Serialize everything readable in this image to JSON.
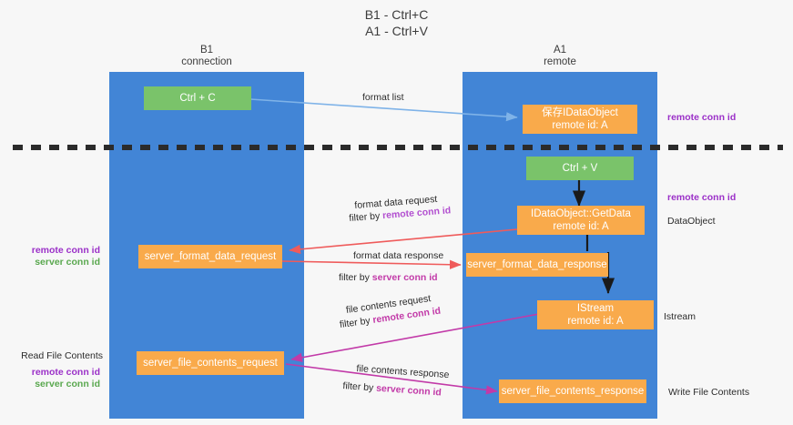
{
  "title": {
    "line1": "B1 - Ctrl+C",
    "line2": "A1 - Ctrl+V"
  },
  "lanes": [
    {
      "name": "b1",
      "title_line1": "B1",
      "title_line2": "connection",
      "color": "#4285d6"
    },
    {
      "name": "a1",
      "title_line1": "A1",
      "title_line2": "remote",
      "color": "#4285d6"
    }
  ],
  "nodes": {
    "ctrl_c": {
      "line1": "Ctrl + C",
      "line2": "",
      "color": "#7ac36a"
    },
    "save_idataobject": {
      "line1": "保存IDataObject",
      "line2": "remote id: A",
      "color": "#f9aa4b"
    },
    "ctrl_v": {
      "line1": "Ctrl + V",
      "line2": "",
      "color": "#7ac36a"
    },
    "getdata": {
      "line1": "IDataObject::GetData",
      "line2": "remote id: A",
      "color": "#f9aa4b"
    },
    "server_format_data_request": {
      "line1": "server_format_data_request",
      "line2": "",
      "color": "#f9aa4b"
    },
    "server_format_data_response": {
      "line1": "server_format_data_response",
      "line2": "",
      "color": "#f9aa4b"
    },
    "istream": {
      "line1": "IStream",
      "line2": "remote id: A",
      "color": "#f9aa4b"
    },
    "server_file_contents_request": {
      "line1": "server_file_contents_request",
      "line2": "",
      "color": "#f9aa4b"
    },
    "server_file_contents_response": {
      "line1": "server_file_contents_response",
      "line2": "",
      "color": "#f9aa4b"
    }
  },
  "edge_labels": {
    "format_list": "format list",
    "format_data_request": "format data request",
    "format_data_request_filter_prefix": "filter by ",
    "format_data_request_filter_key": "remote conn id",
    "format_data_response": "format data response",
    "format_data_response_filter_prefix": "filter by ",
    "format_data_response_filter_key": "server conn id",
    "file_contents_request": "file contents request",
    "file_contents_request_filter_prefix": "filter by ",
    "file_contents_request_filter_key": "remote conn id",
    "file_contents_response": "file contents response",
    "file_contents_response_filter_prefix": "filter by ",
    "file_contents_response_filter_key": "server conn id"
  },
  "side_labels": {
    "right_remote_conn_id_top": "remote conn id",
    "right_remote_conn_id_mid": "remote conn id",
    "right_dataobject": "DataObject",
    "right_istream": "Istream",
    "right_write_file_contents": "Write File Contents",
    "left_remote_conn_id_1": "remote conn id",
    "left_server_conn_id_1": "server conn id",
    "left_read_file_contents": "Read File Contents",
    "left_remote_conn_id_2": "remote conn id",
    "left_server_conn_id_2": "server conn id"
  },
  "colors": {
    "lane": "#4285d6",
    "node_orange": "#f9aa4b",
    "node_green": "#7ac36a",
    "divider": "#2b2b2b",
    "arrow_blue": "#7fb3e8",
    "arrow_red": "#ef5b5b",
    "arrow_magenta": "#c23aa8",
    "arrow_black": "#1a1a1a",
    "key_purple": "#9b30c8",
    "key_green": "#5aa84f",
    "background": "#f7f7f7"
  }
}
